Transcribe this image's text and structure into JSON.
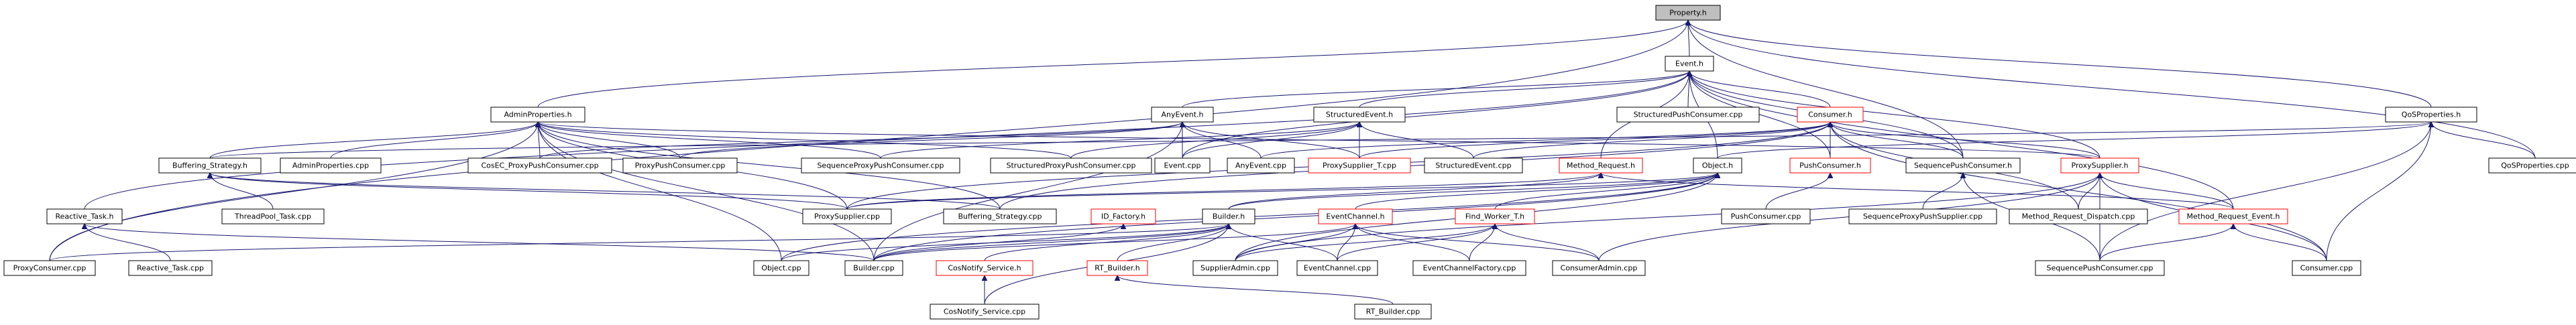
{
  "diagram": {
    "colors": {
      "edge": "#191970",
      "box_fill": "#ffffff",
      "box_stroke_normal": "#000000",
      "box_stroke_red": "#ff0000",
      "root_fill": "#bfbfbf",
      "text": "#000000"
    },
    "nodes": [
      {
        "id": "property_h",
        "label": "Property.h"
      },
      {
        "id": "event_h",
        "label": "Event.h"
      },
      {
        "id": "adminproperties_h",
        "label": "AdminProperties.h"
      },
      {
        "id": "anyevent_h",
        "label": "AnyEvent.h"
      },
      {
        "id": "structuredevent_h",
        "label": "StructuredEvent.h"
      },
      {
        "id": "consumer_h",
        "label": "Consumer.h"
      },
      {
        "id": "structuredpushconsumer_cpp",
        "label": "StructuredPushConsumer.cpp"
      },
      {
        "id": "qosproperties_h",
        "label": "QoSProperties.h"
      },
      {
        "id": "qosproperties_cpp",
        "label": "QoSProperties.cpp"
      },
      {
        "id": "buffering_strategy_h",
        "label": "Buffering_Strategy.h"
      },
      {
        "id": "adminproperties_cpp",
        "label": "AdminProperties.cpp"
      },
      {
        "id": "cosec_proxypushconsumer_cpp",
        "label": "CosEC_ProxyPushConsumer.cpp"
      },
      {
        "id": "proxypushconsumer_cpp",
        "label": "ProxyPushConsumer.cpp"
      },
      {
        "id": "sequenceproxypushconsumer_cpp",
        "label": "SequenceProxyPushConsumer.cpp"
      },
      {
        "id": "structuredproxypushconsumer_cpp",
        "label": "StructuredProxyPushConsumer.cpp"
      },
      {
        "id": "event_cpp",
        "label": "Event.cpp"
      },
      {
        "id": "anyevent_cpp",
        "label": "AnyEvent.cpp"
      },
      {
        "id": "proxysupplier_t_cpp",
        "label": "ProxySupplier_T.cpp"
      },
      {
        "id": "structuredevent_cpp",
        "label": "StructuredEvent.cpp"
      },
      {
        "id": "method_request_h",
        "label": "Method_Request.h"
      },
      {
        "id": "object_h",
        "label": "Object.h"
      },
      {
        "id": "pushconsumer_h",
        "label": "PushConsumer.h"
      },
      {
        "id": "sequencepushconsumer_h",
        "label": "SequencePushConsumer.h"
      },
      {
        "id": "proxysupplier_h",
        "label": "ProxySupplier.h"
      },
      {
        "id": "threadpool_task_cpp",
        "label": "ThreadPool_Task.cpp"
      },
      {
        "id": "reactive_task_h",
        "label": "Reactive_Task.h"
      },
      {
        "id": "proxysupplier_cpp",
        "label": "ProxySupplier.cpp"
      },
      {
        "id": "buffering_strategy_cpp",
        "label": "Buffering_Strategy.cpp"
      },
      {
        "id": "id_factory_h",
        "label": "ID_Factory.h"
      },
      {
        "id": "pushconsumer_cpp",
        "label": "PushConsumer.cpp"
      },
      {
        "id": "sequenceproxypushsupplier_cpp",
        "label": "SequenceProxyPushSupplier.cpp"
      },
      {
        "id": "method_request_dispatch_cpp",
        "label": "Method_Request_Dispatch.cpp"
      },
      {
        "id": "builder_h",
        "label": "Builder.h"
      },
      {
        "id": "eventchannel_h",
        "label": "EventChannel.h"
      },
      {
        "id": "find_worker_t_h",
        "label": "Find_Worker_T.h"
      },
      {
        "id": "method_request_event_h",
        "label": "Method_Request_Event.h"
      },
      {
        "id": "proxyconsumer_cpp",
        "label": "ProxyConsumer.cpp"
      },
      {
        "id": "reactive_task_cpp",
        "label": "Reactive_Task.cpp"
      },
      {
        "id": "object_cpp",
        "label": "Object.cpp"
      },
      {
        "id": "builder_cpp",
        "label": "Builder.cpp"
      },
      {
        "id": "cosnotify_service_h",
        "label": "CosNotify_Service.h"
      },
      {
        "id": "rt_builder_h",
        "label": "RT_Builder.h"
      },
      {
        "id": "supplieradmin_cpp",
        "label": "SupplierAdmin.cpp"
      },
      {
        "id": "eventchannel_cpp",
        "label": "EventChannel.cpp"
      },
      {
        "id": "eventchannelfactory_cpp",
        "label": "EventChannelFactory.cpp"
      },
      {
        "id": "consumeradmin_cpp",
        "label": "ConsumerAdmin.cpp"
      },
      {
        "id": "sequencepushconsumer_cpp",
        "label": "SequencePushConsumer.cpp"
      },
      {
        "id": "consumer_cpp",
        "label": "Consumer.cpp"
      },
      {
        "id": "cosnotify_service_cpp",
        "label": "CosNotify_Service.cpp"
      },
      {
        "id": "rt_builder_cpp",
        "label": "RT_Builder.cpp"
      }
    ],
    "edges": [
      [
        "property_h",
        "event_h"
      ],
      [
        "property_h",
        "adminproperties_h"
      ],
      [
        "property_h",
        "qosproperties_h"
      ],
      [
        "property_h",
        "qosproperties_cpp"
      ],
      [
        "property_h",
        "sequencepushconsumer_h"
      ],
      [
        "property_h",
        "proxyconsumer_cpp"
      ],
      [
        "event_h",
        "anyevent_h"
      ],
      [
        "event_h",
        "structuredevent_h"
      ],
      [
        "event_h",
        "consumer_h"
      ],
      [
        "event_h",
        "structuredpushconsumer_cpp"
      ],
      [
        "event_h",
        "method_request_h"
      ],
      [
        "event_h",
        "object_h"
      ],
      [
        "event_h",
        "proxysupplier_h"
      ],
      [
        "event_h",
        "sequencepushconsumer_h"
      ],
      [
        "event_h",
        "method_request_event_h"
      ],
      [
        "event_h",
        "pushconsumer_h"
      ],
      [
        "event_h",
        "event_cpp"
      ],
      [
        "event_h",
        "reactive_task_h"
      ],
      [
        "adminproperties_h",
        "buffering_strategy_h"
      ],
      [
        "adminproperties_h",
        "adminproperties_cpp"
      ],
      [
        "adminproperties_h",
        "cosec_proxypushconsumer_cpp"
      ],
      [
        "adminproperties_h",
        "proxypushconsumer_cpp"
      ],
      [
        "adminproperties_h",
        "sequenceproxypushconsumer_cpp"
      ],
      [
        "adminproperties_h",
        "structuredproxypushconsumer_cpp"
      ],
      [
        "adminproperties_h",
        "proxyconsumer_cpp"
      ],
      [
        "adminproperties_h",
        "proxysupplier_cpp"
      ],
      [
        "adminproperties_h",
        "buffering_strategy_cpp"
      ],
      [
        "adminproperties_h",
        "builder_cpp"
      ],
      [
        "adminproperties_h",
        "object_cpp"
      ],
      [
        "adminproperties_h",
        "proxysupplier_h"
      ],
      [
        "anyevent_h",
        "event_cpp"
      ],
      [
        "anyevent_h",
        "anyevent_cpp"
      ],
      [
        "anyevent_h",
        "proxysupplier_t_cpp"
      ],
      [
        "anyevent_h",
        "cosec_proxypushconsumer_cpp"
      ],
      [
        "anyevent_h",
        "builder_cpp"
      ],
      [
        "anyevent_h",
        "proxypushconsumer_cpp"
      ],
      [
        "structuredevent_h",
        "event_cpp"
      ],
      [
        "structuredevent_h",
        "proxysupplier_t_cpp"
      ],
      [
        "structuredevent_h",
        "structuredevent_cpp"
      ],
      [
        "structuredevent_h",
        "sequenceproxypushconsumer_cpp"
      ],
      [
        "structuredevent_h",
        "structuredproxypushconsumer_cpp"
      ],
      [
        "consumer_h",
        "pushconsumer_h"
      ],
      [
        "consumer_h",
        "sequencepushconsumer_h"
      ],
      [
        "consumer_h",
        "proxysupplier_h"
      ],
      [
        "consumer_h",
        "proxysupplier_cpp"
      ],
      [
        "consumer_h",
        "consumer_cpp"
      ],
      [
        "consumer_h",
        "method_request_dispatch_cpp"
      ],
      [
        "consumer_h",
        "anyevent_cpp"
      ],
      [
        "consumer_h",
        "structuredevent_cpp"
      ],
      [
        "consumer_h",
        "buffering_strategy_cpp"
      ],
      [
        "consumer_h",
        "proxysupplier_t_cpp"
      ],
      [
        "qosproperties_h",
        "qosproperties_cpp"
      ],
      [
        "qosproperties_h",
        "consumer_cpp"
      ],
      [
        "qosproperties_h",
        "sequencepushconsumer_cpp"
      ],
      [
        "qosproperties_h",
        "object_h"
      ],
      [
        "qosproperties_h",
        "buffering_strategy_h"
      ],
      [
        "buffering_strategy_h",
        "threadpool_task_cpp"
      ],
      [
        "buffering_strategy_h",
        "buffering_strategy_cpp"
      ],
      [
        "buffering_strategy_h",
        "proxysupplier_cpp"
      ],
      [
        "method_request_h",
        "builder_h"
      ],
      [
        "method_request_h",
        "method_request_event_h"
      ],
      [
        "method_request_h",
        "proxysupplier_cpp"
      ],
      [
        "object_h",
        "builder_h"
      ],
      [
        "object_h",
        "eventchannel_h"
      ],
      [
        "object_h",
        "find_worker_t_h"
      ],
      [
        "object_h",
        "object_cpp"
      ],
      [
        "object_h",
        "builder_cpp"
      ],
      [
        "object_h",
        "proxysupplier_cpp"
      ],
      [
        "object_h",
        "supplieradmin_cpp"
      ],
      [
        "pushconsumer_h",
        "pushconsumer_cpp"
      ],
      [
        "sequencepushconsumer_h",
        "sequenceproxypushsupplier_cpp"
      ],
      [
        "sequencepushconsumer_h",
        "sequencepushconsumer_cpp"
      ],
      [
        "proxysupplier_h",
        "method_request_dispatch_cpp"
      ],
      [
        "proxysupplier_h",
        "method_request_event_h"
      ],
      [
        "proxysupplier_h",
        "consumer_cpp"
      ],
      [
        "proxysupplier_h",
        "sequencepushconsumer_cpp"
      ],
      [
        "proxysupplier_h",
        "supplieradmin_cpp"
      ],
      [
        "proxysupplier_h",
        "consumeradmin_cpp"
      ],
      [
        "reactive_task_h",
        "reactive_task_cpp"
      ],
      [
        "reactive_task_h",
        "builder_cpp"
      ],
      [
        "id_factory_h",
        "builder_cpp"
      ],
      [
        "builder_h",
        "builder_cpp"
      ],
      [
        "builder_h",
        "cosnotify_service_h"
      ],
      [
        "builder_h",
        "rt_builder_h"
      ],
      [
        "builder_h",
        "cosnotify_service_cpp"
      ],
      [
        "builder_h",
        "proxyconsumer_cpp"
      ],
      [
        "builder_h",
        "object_cpp"
      ],
      [
        "builder_h",
        "eventchannel_cpp"
      ],
      [
        "eventchannel_h",
        "supplieradmin_cpp"
      ],
      [
        "eventchannel_h",
        "eventchannel_cpp"
      ],
      [
        "eventchannel_h",
        "eventchannelfactory_cpp"
      ],
      [
        "eventchannel_h",
        "consumeradmin_cpp"
      ],
      [
        "eventchannel_h",
        "builder_cpp"
      ],
      [
        "find_worker_t_h",
        "eventchannel_cpp"
      ],
      [
        "find_worker_t_h",
        "eventchannelfactory_cpp"
      ],
      [
        "find_worker_t_h",
        "consumeradmin_cpp"
      ],
      [
        "find_worker_t_h",
        "supplieradmin_cpp"
      ],
      [
        "method_request_event_h",
        "sequencepushconsumer_cpp"
      ],
      [
        "method_request_event_h",
        "consumer_cpp"
      ],
      [
        "cosnotify_service_h",
        "cosnotify_service_cpp"
      ],
      [
        "rt_builder_h",
        "rt_builder_cpp"
      ]
    ]
  }
}
